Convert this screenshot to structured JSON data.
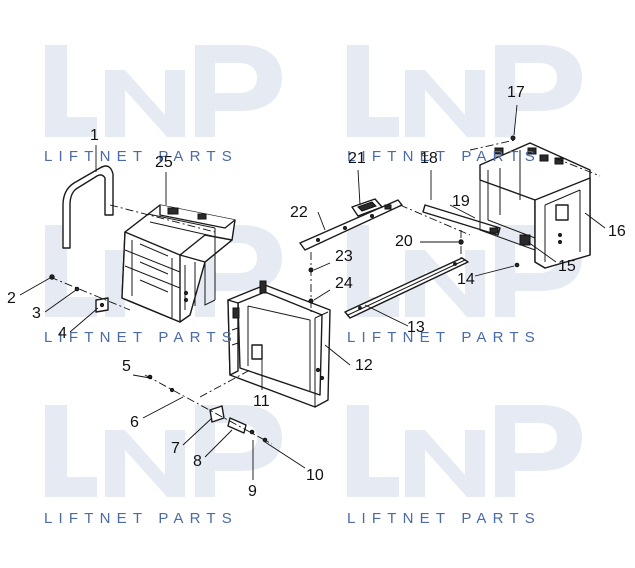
{
  "watermark": {
    "logo_text": "LNP",
    "brand_text": "LIFTNET PARTS"
  },
  "callouts": {
    "c1": "1",
    "c2": "2",
    "c3": "3",
    "c4": "4",
    "c5": "5",
    "c6": "6",
    "c7": "7",
    "c8": "8",
    "c9": "9",
    "c10": "10",
    "c11": "11",
    "c12": "12",
    "c13": "13",
    "c14": "14",
    "c15": "15",
    "c16": "16",
    "c17": "17",
    "c18": "18",
    "c19": "19",
    "c20": "20",
    "c21": "21",
    "c22": "22",
    "c23": "23",
    "c24": "24",
    "c25": "25"
  }
}
